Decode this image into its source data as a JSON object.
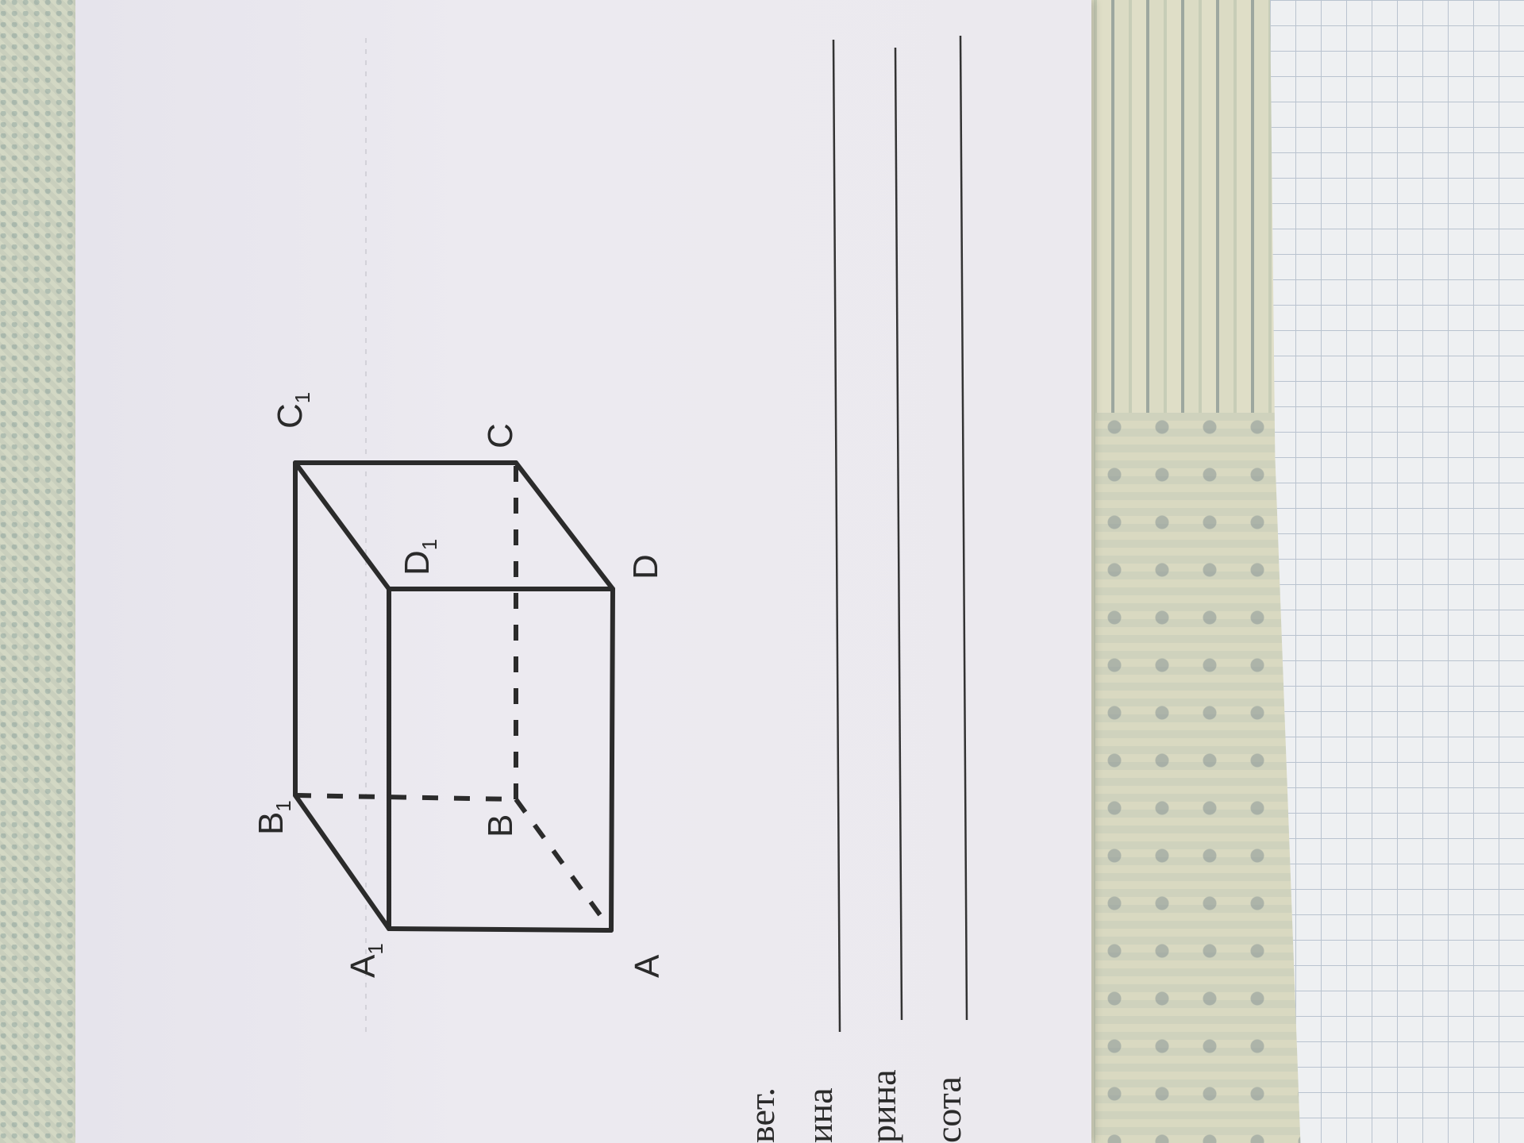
{
  "vertices": {
    "A": "A",
    "B": "B",
    "C": "C",
    "D": "D",
    "A1_base": "A",
    "B1_base": "B",
    "C1_base": "C",
    "D1_base": "D",
    "sub": "1"
  },
  "answer": {
    "heading": "вет.",
    "length_label": "ина",
    "width_label": "рина",
    "height_label": "сота"
  }
}
